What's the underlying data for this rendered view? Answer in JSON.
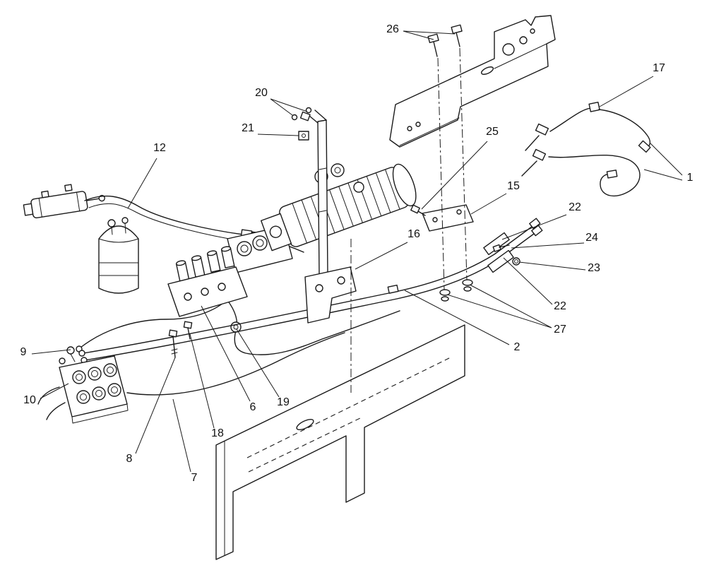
{
  "diagram": {
    "callouts": [
      {
        "label": "26"
      },
      {
        "label": "17"
      },
      {
        "label": "20"
      },
      {
        "label": "21"
      },
      {
        "label": "1"
      },
      {
        "label": "12"
      },
      {
        "label": "25"
      },
      {
        "label": "15"
      },
      {
        "label": "22"
      },
      {
        "label": "16"
      },
      {
        "label": "24"
      },
      {
        "label": "23"
      },
      {
        "label": "22"
      },
      {
        "label": "27"
      },
      {
        "label": "2"
      },
      {
        "label": "9"
      },
      {
        "label": "10"
      },
      {
        "label": "6"
      },
      {
        "label": "19"
      },
      {
        "label": "18"
      },
      {
        "label": "8"
      },
      {
        "label": "7"
      }
    ]
  }
}
